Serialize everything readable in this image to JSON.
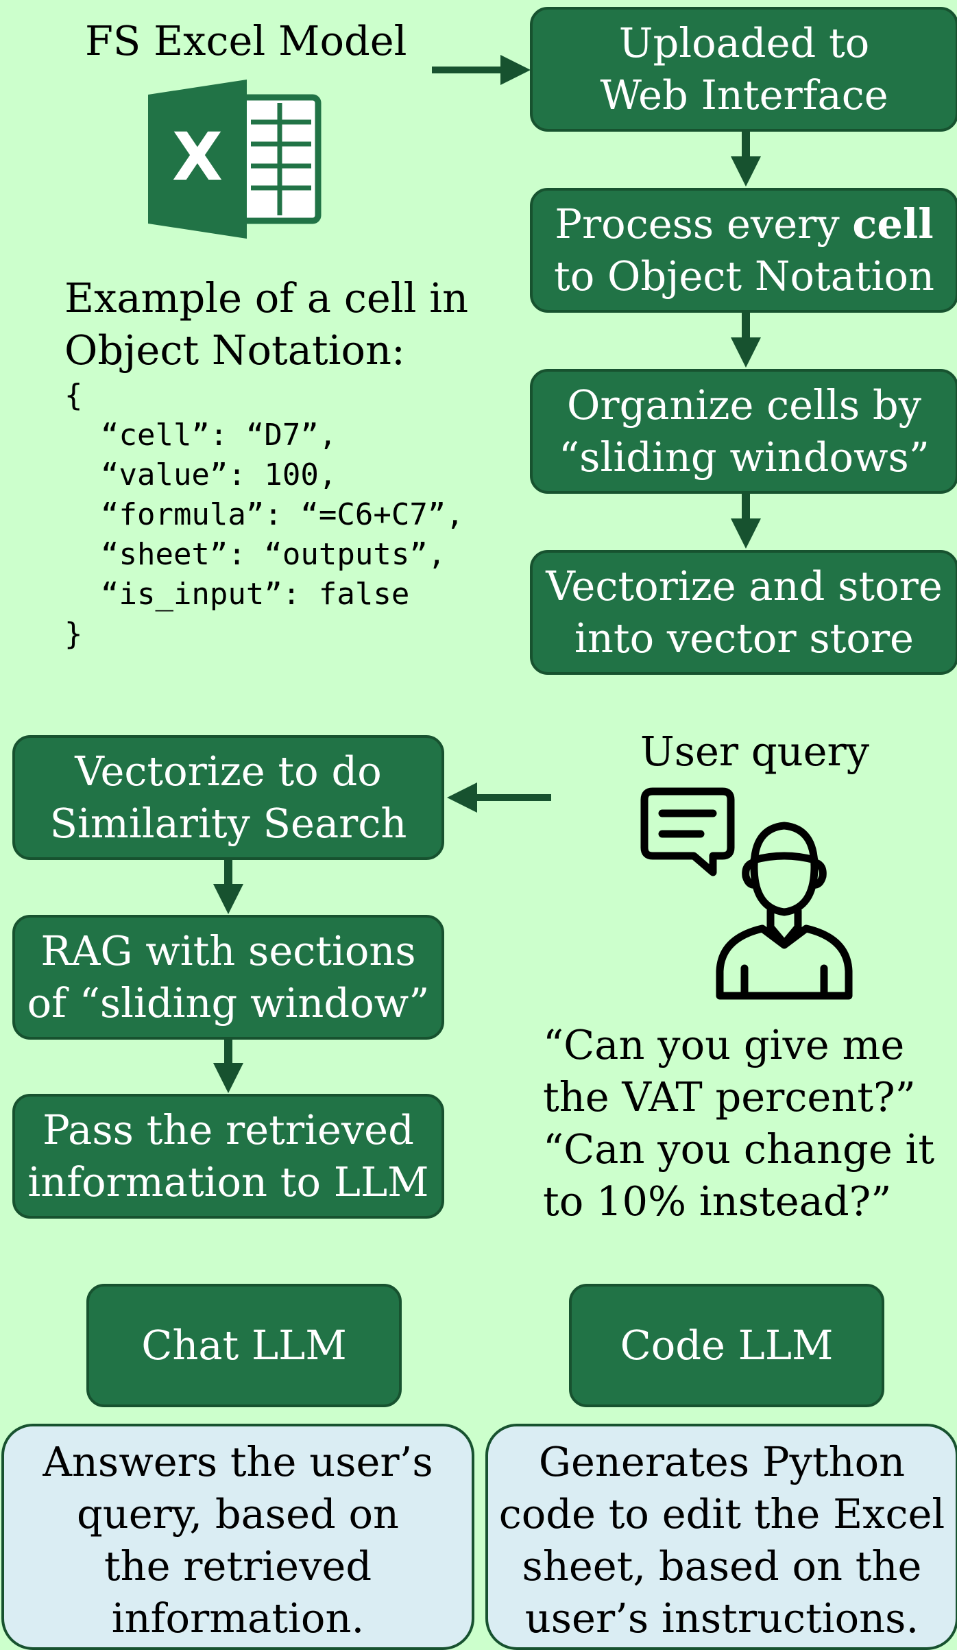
{
  "colors": {
    "background": "#ccffcc",
    "box_fill": "#217346",
    "box_border": "#17522f",
    "desc_fill": "#daedf3",
    "arrow": "#17522f"
  },
  "excel": {
    "title": "FS Excel Model",
    "icon": "excel-icon"
  },
  "example": {
    "heading_line1": "Example of a cell in",
    "heading_line2": "Object Notation:",
    "code": "{\n  “cell”: “D7”,\n  “value”: 100,\n  “formula”: “=C6+C7”,\n  “sheet”: “outputs”,\n  “is_input”: false\n}"
  },
  "pipeline": {
    "upload": {
      "line1": "Uploaded to",
      "line2": "Web Interface"
    },
    "process": {
      "line1_pre": "Process every ",
      "line1_bold": "cell",
      "line2": "to Object Notation"
    },
    "organize": {
      "line1": "Organize cells by",
      "line2": "“sliding windows”"
    },
    "vectorize_store": {
      "line1": "Vectorize and store",
      "line2": "into vector store"
    }
  },
  "retrieval": {
    "similarity": {
      "line1": "Vectorize to do",
      "line2": "Similarity Search"
    },
    "rag": {
      "line1": "RAG with sections",
      "line2": "of “sliding window”"
    },
    "pass": {
      "line1": "Pass the retrieved",
      "line2": "information to LLM"
    }
  },
  "user": {
    "title": "User query",
    "icon": "user-chat-icon",
    "quotes": [
      "“Can you give me",
      "the VAT percent?”",
      "“Can you change it",
      "to 10% instead?”"
    ]
  },
  "chat_llm": {
    "label": "Chat LLM",
    "description": [
      "Answers the user’s",
      "query, based on",
      "the retrieved",
      "information."
    ]
  },
  "code_llm": {
    "label": "Code LLM",
    "description": [
      "Generates Python",
      "code to edit the Excel",
      "sheet, based on the",
      "user’s instructions."
    ]
  }
}
